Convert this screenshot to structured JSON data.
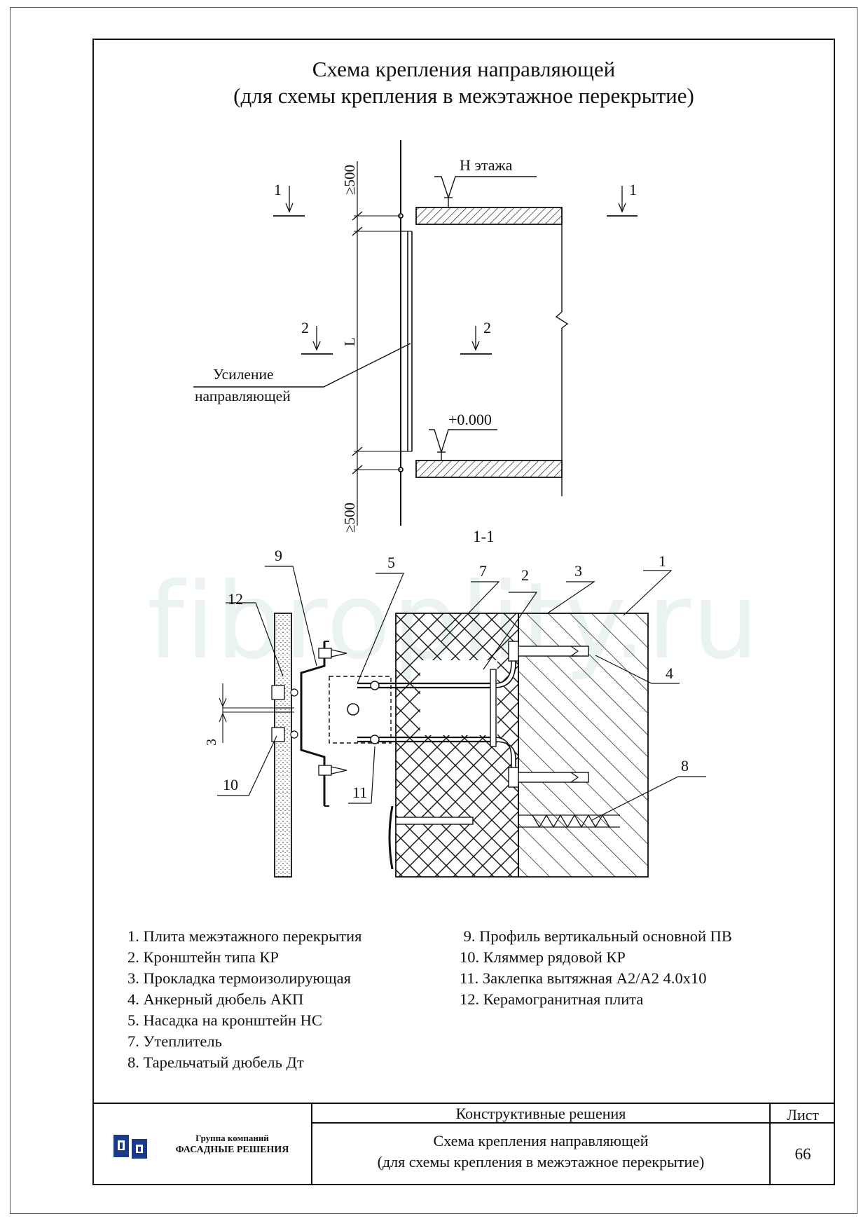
{
  "title": {
    "line1": "Схема крепления направляющей",
    "line2": "(для схемы крепления в межэтажное перекрытие)"
  },
  "top_drawing": {
    "level_top": "Н этажа",
    "level_bottom": "+0.000",
    "dim_top": "≥500",
    "dim_bottom": "≥500",
    "dim_l": "L",
    "section_marks": [
      "1",
      "1",
      "2",
      "2"
    ],
    "callout_reinforcement_line1": "Усиление",
    "callout_reinforcement_line2": "направляющей"
  },
  "section": {
    "label": "1-1",
    "callouts": [
      "1",
      "2",
      "3",
      "4",
      "5",
      "7",
      "8",
      "9",
      "10",
      "11",
      "12"
    ],
    "gap_dim": "3"
  },
  "watermark": "fibroplity.ru",
  "legend": {
    "left": [
      "1. Плита межэтажного перекрытия",
      "2.  Кронштейн типа КР",
      "3.  Прокладка термоизолирующая",
      "4.  Анкерный дюбель АКП",
      "5. Насадка на кронштейн НС",
      "7. Утеплитель",
      "8. Тарельчатый дюбель Дт"
    ],
    "right": [
      " 9. Профиль вертикальный основной ПВ",
      "10. Кляммер рядовой КР",
      "11. Заклепка вытяжная А2/А2 4.0х10",
      "12. Керамогранитная плита"
    ]
  },
  "title_block": {
    "section": "Конструктивные решения",
    "sheet_label": "Лист",
    "sheet_title_line1": "Схема крепления направляющей",
    "sheet_title_line2": "(для схемы крепления в межэтажное перекрытие)",
    "sheet_number": "66",
    "company_line1": "Группа компаний",
    "company_line2": "ФАСАДНЫЕ РЕШЕНИЯ"
  },
  "colors": {
    "ink": "#111111",
    "logo_blue": "#1c3a8a",
    "watermark": "#eaf3f1"
  }
}
